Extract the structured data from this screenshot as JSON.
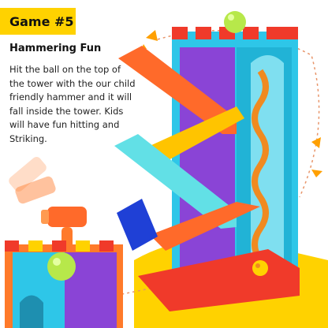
{
  "badge": {
    "label": "Game #5",
    "color": "#ffd200"
  },
  "heading": "Hammering Fun",
  "description": "Hit the ball on the top of the tower with the our child friendly hammer and it will fall inside the tower. Kids will have fun hitting and Striking.",
  "colors": {
    "accent_yellow": "#ffd200",
    "tower_blue": "#2ec6e8",
    "tower_purple": "#8a44d6",
    "ramp_orange": "#ff6a2a",
    "ramp_yellow": "#ffc400",
    "ramp_cyan": "#62e0e6",
    "base_red": "#f03a2a",
    "ball_green": "#b7e84a"
  },
  "icons": {
    "tower": "stacking-tower-icon",
    "hammer": "toy-hammer-icon",
    "ball": "ball-icon",
    "cube": "toy-cube-icon"
  }
}
